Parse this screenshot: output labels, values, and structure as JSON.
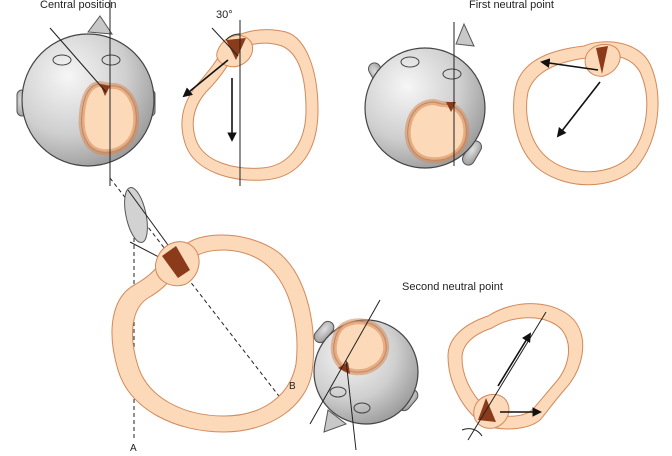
{
  "labels": {
    "central": "Central position",
    "first": "First neutral point",
    "second": "Second neutral point",
    "angle": "30°",
    "axis_a": "A",
    "axis_b": "B"
  },
  "colors": {
    "canal_fill": "#fbd9b9",
    "canal_stroke": "#e6a171",
    "cupula": "#8b3a1a",
    "head_light": "#f4f4f4",
    "head_dark": "#9a9a9a",
    "line": "#222222"
  }
}
